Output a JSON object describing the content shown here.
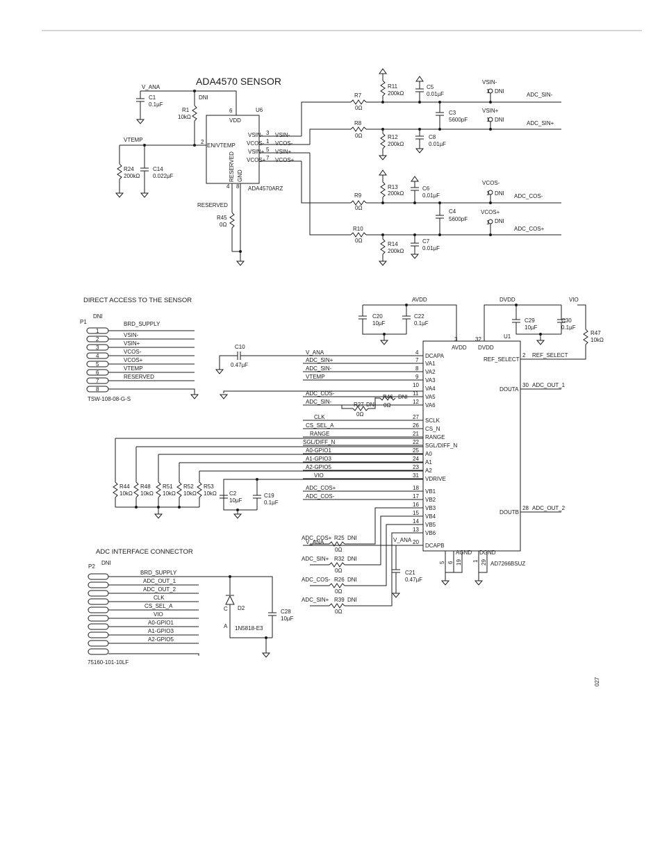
{
  "sensor": {
    "title": "ADA4570 SENSOR",
    "ref": "U6",
    "part": "ADA4570ARZ",
    "pins": {
      "vdd": "VDD",
      "en": "EN/VTEMP",
      "reserved": "RESERVED",
      "gnd": "GND",
      "vsin_m": "VSIN-",
      "vcos_m": "VCOS-",
      "vsin_p": "VSIN+",
      "vcos_p": "VCOS+"
    },
    "pin_nums": {
      "vdd": "6",
      "en": "2",
      "vsin_m": "3",
      "vcos_m": "1",
      "vsin_p": "5",
      "vcos_p": "7",
      "reserved": "4",
      "gnd": "8"
    },
    "net_vana": "V_ANA",
    "net_vtemp": "VTEMP",
    "net_reserved": "RESERVED",
    "net_vsin_m": "VSIN-",
    "net_vcos_m": "VCOS-",
    "net_vsin_p": "VSIN+",
    "net_vcos_p": "VCOS+",
    "dni": "DNI",
    "c1": {
      "ref": "C1",
      "val": "0.1µF"
    },
    "r1": {
      "ref": "R1",
      "val": "10kΩ"
    },
    "r24": {
      "ref": "R24",
      "val": "200kΩ"
    },
    "c14": {
      "ref": "C14",
      "val": "0.022µF"
    },
    "r45": {
      "ref": "R45",
      "val": "0Ω"
    }
  },
  "filters": {
    "r7": {
      "ref": "R7",
      "val": "0Ω"
    },
    "r8": {
      "ref": "R8",
      "val": "0Ω"
    },
    "r9": {
      "ref": "R9",
      "val": "0Ω"
    },
    "r10": {
      "ref": "R10",
      "val": "0Ω"
    },
    "r11": {
      "ref": "R11",
      "val": "200kΩ"
    },
    "r12": {
      "ref": "R12",
      "val": "200kΩ"
    },
    "r13": {
      "ref": "R13",
      "val": "200kΩ"
    },
    "r14": {
      "ref": "R14",
      "val": "200kΩ"
    },
    "c5": {
      "ref": "C5",
      "val": "0.01µF"
    },
    "c8": {
      "ref": "C8",
      "val": "0.01µF"
    },
    "c6": {
      "ref": "C6",
      "val": "0.01µF"
    },
    "c7": {
      "ref": "C7",
      "val": "0.01µF"
    },
    "c3": {
      "ref": "C3",
      "val": "5600pF"
    },
    "c4": {
      "ref": "C4",
      "val": "5600pF"
    },
    "tp": {
      "vsin_m": "VSIN-",
      "vsin_p": "VSIN+",
      "vcos_m": "VCOS-",
      "vcos_p": "VCOS+",
      "pin": "1",
      "dni": "DNI"
    },
    "out": {
      "sin_m": "ADC_SIN-",
      "sin_p": "ADC_SIN+",
      "cos_m": "ADC_COS-",
      "cos_p": "ADC_COS+"
    }
  },
  "direct": {
    "title": "DIRECT ACCESS TO THE SENSOR",
    "ref": "P1",
    "dni": "DNI",
    "part": "TSW-108-08-G-S",
    "pins": [
      "1",
      "2",
      "3",
      "4",
      "5",
      "6",
      "7",
      "8"
    ],
    "nets": [
      "BRD_SUPPLY",
      "VSIN-",
      "VSIN+",
      "VCOS-",
      "VCOS+",
      "VTEMP",
      "RESERVED"
    ]
  },
  "adc": {
    "ref": "U1",
    "part": "AD7266BSUZ",
    "avdd_net": "AVDD",
    "dvdd_net": "DVDD",
    "vio_net": "VIO",
    "avdd_pin": "AVDD",
    "dvdd_pin": "DVDD",
    "avdd_num": "3",
    "dvdd_num": "32",
    "agnd": "AGND",
    "dgnd": "DGND",
    "agnd_nums": [
      "5",
      "6",
      "19"
    ],
    "dgnd_nums": [
      "1",
      "29"
    ],
    "left_pins": [
      {
        "name": "DCAPA",
        "num": "4",
        "net": "V_ANA"
      },
      {
        "name": "VA1",
        "num": "7",
        "net": "ADC_SIN+"
      },
      {
        "name": "VA2",
        "num": "8",
        "net": "ADC_SIN-"
      },
      {
        "name": "VA3",
        "num": "9",
        "net": "VTEMP"
      },
      {
        "name": "VA4",
        "num": "10",
        "net": ""
      },
      {
        "name": "VA5",
        "num": "11",
        "net": "ADC_COS-"
      },
      {
        "name": "VA6",
        "num": "12",
        "net": "ADC_SIN-"
      },
      {
        "name": "SCLK",
        "num": "27",
        "net": "CLK"
      },
      {
        "name": "CS_N",
        "num": "26",
        "net": "CS_SEL_A"
      },
      {
        "name": "RANGE",
        "num": "21",
        "net": "RANGE"
      },
      {
        "name": "SGL/DIFF_N",
        "num": "22",
        "net": "SGL/DIFF_N"
      },
      {
        "name": "A0",
        "num": "25",
        "net": "A0-GPIO1"
      },
      {
        "name": "A1",
        "num": "24",
        "net": "A1-GPIO3"
      },
      {
        "name": "A2",
        "num": "23",
        "net": "A2-GPIO5"
      },
      {
        "name": "VDRIVE",
        "num": "31",
        "net": "VIO"
      },
      {
        "name": "VB1",
        "num": "18",
        "net": "ADC_COS+"
      },
      {
        "name": "VB2",
        "num": "17",
        "net": "ADC_COS-"
      },
      {
        "name": "VB3",
        "num": "16",
        "net": ""
      },
      {
        "name": "VB4",
        "num": "15",
        "net": ""
      },
      {
        "name": "VB5",
        "num": "14",
        "net": ""
      },
      {
        "name": "VB6",
        "num": "13",
        "net": ""
      },
      {
        "name": "DCAPB",
        "num": "20",
        "net": "V_ANA"
      }
    ],
    "right_pins": [
      {
        "name": "REF_SELECT",
        "num": "2",
        "net": "REF_SELECT"
      },
      {
        "name": "DOUTA",
        "num": "30",
        "net": "ADC_OUT_1"
      },
      {
        "name": "DOUTB",
        "num": "28",
        "net": "ADC_OUT_2"
      }
    ],
    "c10": {
      "ref": "C10",
      "val": "0.47µF"
    },
    "c20": {
      "ref": "C20",
      "val": "10µF"
    },
    "c22": {
      "ref": "C22",
      "val": "0.1µF"
    },
    "c29": {
      "ref": "C29",
      "val": "10µF"
    },
    "c30": {
      "ref": "C30",
      "val": "0.1µF"
    },
    "r47": {
      "ref": "R47",
      "val": "10kΩ"
    },
    "r27": {
      "ref": "R27",
      "val": "0Ω",
      "dni": "DNI"
    },
    "r46": {
      "ref": "R46",
      "val": "0Ω",
      "dni": "DNI"
    },
    "pullups": [
      {
        "ref": "R44",
        "val": "10kΩ"
      },
      {
        "ref": "R48",
        "val": "10kΩ"
      },
      {
        "ref": "R51",
        "val": "10kΩ"
      },
      {
        "ref": "R52",
        "val": "10kΩ"
      },
      {
        "ref": "R53",
        "val": "10kΩ"
      }
    ],
    "c2": {
      "ref": "C2",
      "val": "10µF"
    },
    "c19": {
      "ref": "C19",
      "val": "0.1µF"
    },
    "vb_res": [
      {
        "net": "ADC_COS+",
        "ref": "R25",
        "val": "0Ω",
        "dni": "DNI"
      },
      {
        "net": "ADC_SIN+",
        "ref": "R32",
        "val": "0Ω",
        "dni": "DNI"
      },
      {
        "net": "ADC_COS-",
        "ref": "R26",
        "val": "0Ω",
        "dni": "DNI"
      },
      {
        "net": "ADC_SIN+",
        "ref": "R39",
        "val": "0Ω",
        "dni": "DNI"
      }
    ],
    "vana_b": "V_ANA",
    "c21": {
      "ref": "C21",
      "val": "0.47µF"
    }
  },
  "iface": {
    "title": "ADC INTERFACE CONNECTOR",
    "ref": "P2",
    "dni": "DNI",
    "part": "75160-101-10LF",
    "nets": [
      "BRD_SUPPLY",
      "ADC_OUT_1",
      "ADC_OUT_2",
      "CLK",
      "CS_SEL_A",
      "VIO",
      "A0-GPIO1",
      "A1-GPIO3",
      "A2-GPIO5"
    ],
    "d2": {
      "ref": "D2",
      "part": "1N5818-E3",
      "c": "C",
      "a": "A"
    },
    "c28": {
      "ref": "C28",
      "val": "10µF"
    }
  },
  "fig_code": "027"
}
